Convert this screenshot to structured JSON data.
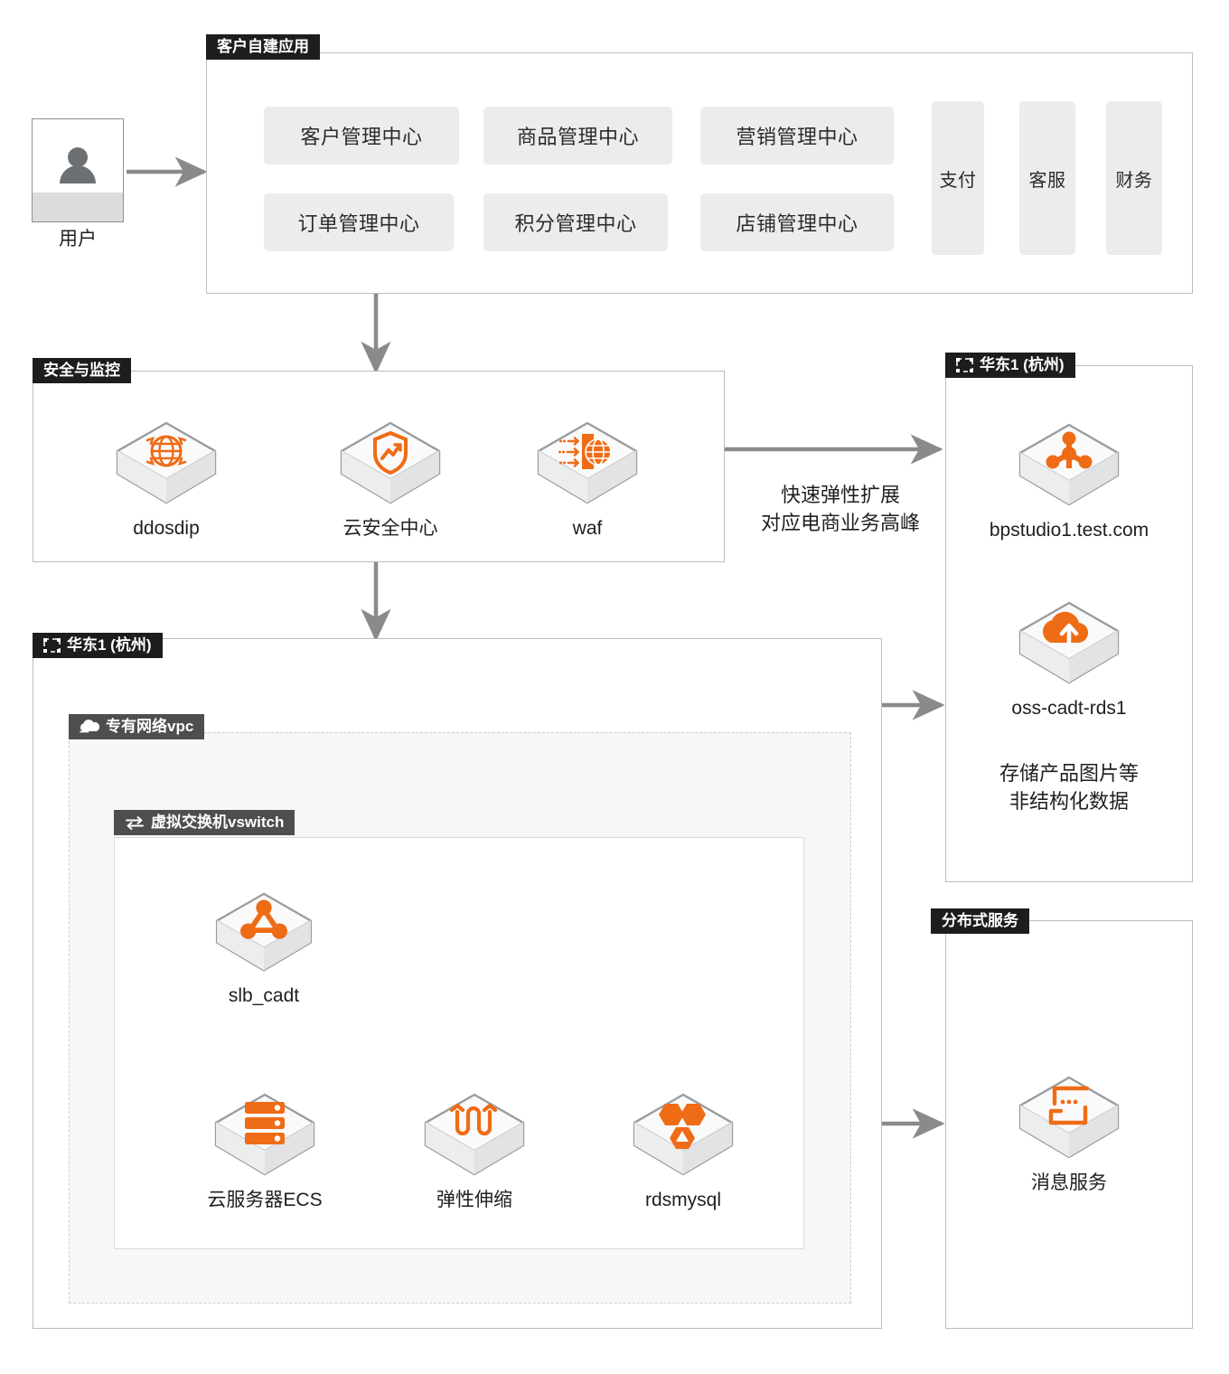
{
  "colors": {
    "accent_orange": "#ef6c16",
    "label_black": "#1d1d1d",
    "label_gray": "#4e4e4e",
    "tile_gray": "#ececec",
    "border_gray": "#b8bcc0",
    "arrow_gray": "#8a8a8a"
  },
  "actor": {
    "name": "user-actor",
    "label": "用户",
    "icon": "person-icon"
  },
  "groups": {
    "customer_app": {
      "title": "客户自建应用",
      "icon": null,
      "tiles_grid": [
        "客户管理中心",
        "商品管理中心",
        "营销管理中心",
        "订单管理中心",
        "积分管理中心",
        "店铺管理中心"
      ],
      "tiles_tall": [
        "支付",
        "客服",
        "财务"
      ]
    },
    "security": {
      "title": "安全与监控",
      "icon": null,
      "nodes": [
        {
          "label": "ddosdip",
          "icon": "ddos-globe-shield-icon"
        },
        {
          "label": "云安全中心",
          "icon": "security-shield-chart-icon"
        },
        {
          "label": "waf",
          "icon": "waf-firewall-globe-icon"
        }
      ]
    },
    "region_right": {
      "title": "华东1 (杭州)",
      "icon": "region-bracket-icon",
      "nodes": [
        {
          "label": "bpstudio1.test.com",
          "icon": "slb-nodes-icon"
        },
        {
          "label": "oss-cadt-rds1",
          "icon": "oss-cloud-arrow-icon"
        }
      ],
      "note": "存储产品图片等\n非结构化数据"
    },
    "region_left": {
      "title": "华东1 (杭州)",
      "icon": "region-bracket-icon",
      "vpc": {
        "title": "专有网络vpc",
        "icon": "cloud-icon",
        "vswitch": {
          "title": "虚拟交换机vswitch",
          "icon": "swap-arrows-icon",
          "nodes": [
            {
              "label": "slb_cadt",
              "icon": "slb-nodes-icon"
            },
            {
              "label": "云服务器ECS",
              "icon": "ecs-server-icon"
            },
            {
              "label": "弹性伸缩",
              "icon": "autoscaling-wave-icon"
            },
            {
              "label": "rdsmysql",
              "icon": "rds-hexagon-icon"
            }
          ]
        }
      }
    },
    "distributed": {
      "title": "分布式服务",
      "icon": null,
      "nodes": [
        {
          "label": "消息服务",
          "icon": "message-chat-icon"
        }
      ]
    }
  },
  "edge_labels": {
    "elastic_scale": "快速弹性扩展\n对应电商业务高峰"
  }
}
